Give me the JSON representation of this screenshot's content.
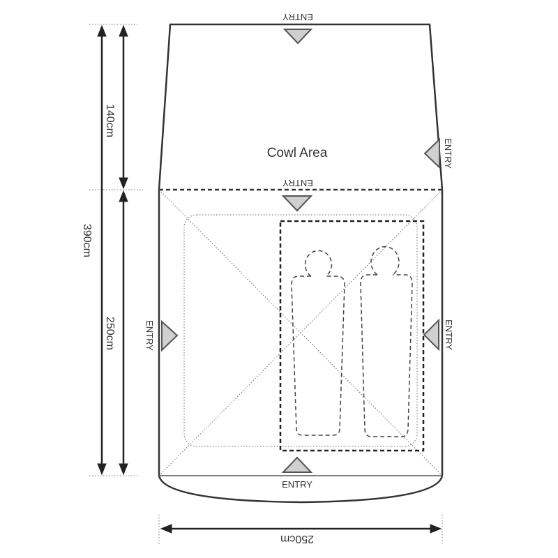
{
  "diagram": {
    "area_label": "Cowl Area",
    "entry_labels": {
      "top": "ENTRY",
      "cowl_right": "ENTRY",
      "divider": "ENTRY",
      "left": "ENTRY",
      "right": "ENTRY",
      "bottom": "ENTRY"
    },
    "dimensions": {
      "total_height": "390cm",
      "cowl_depth": "140cm",
      "inner_depth": "250cm",
      "width": "250cm"
    }
  },
  "colors": {
    "line": "#333333",
    "triangle_fill": "#d0d0d0",
    "triangle_stroke": "#555555",
    "background": "#ffffff"
  }
}
